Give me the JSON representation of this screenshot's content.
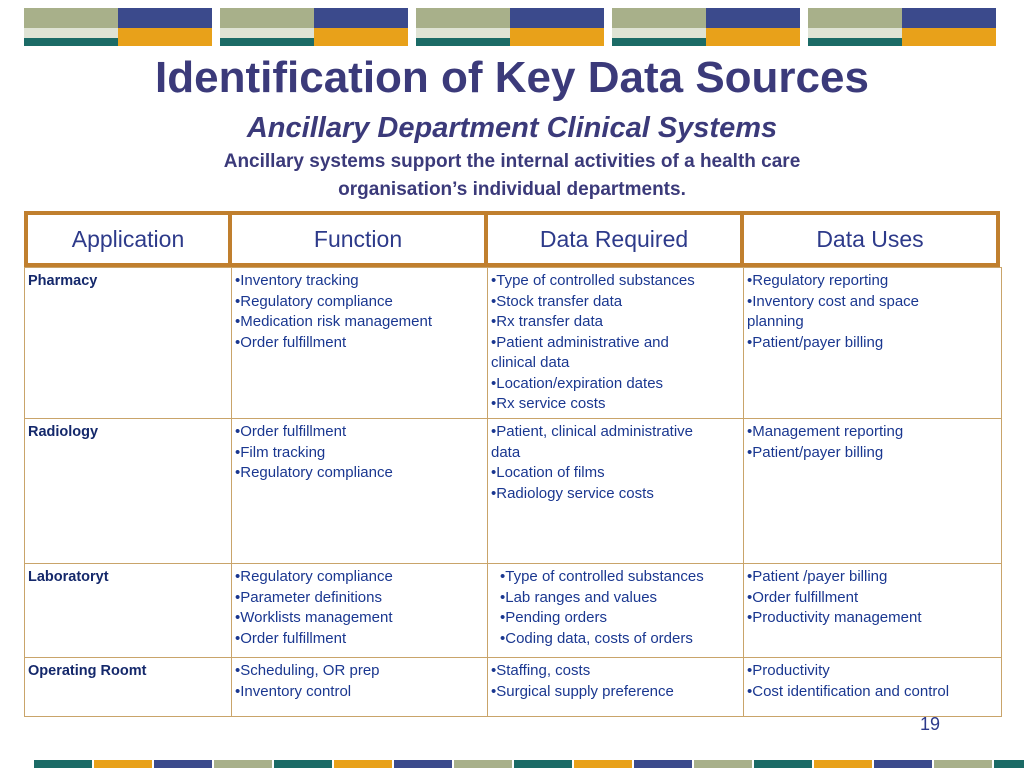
{
  "slide": {
    "title": "Identification of Key Data Sources",
    "subtitle": "Ancillary Department Clinical Systems",
    "description": "Ancillary systems support the internal activities of a health care organisation’s individual departments.",
    "page_number": "19"
  },
  "colors": {
    "title": "#3b3a7a",
    "header_border": "#c07f2e",
    "cell_text": "#1a3790",
    "banner_navy": "#3b4a8c",
    "banner_teal": "#1b6b66",
    "banner_gold": "#e8a11a",
    "banner_sage": "#a8b08a",
    "banner_light": "#dfe3d4"
  },
  "table": {
    "headers": [
      "Application",
      "Function",
      "Data Required",
      "Data Uses"
    ],
    "rows": [
      {
        "application": "Pharmacy",
        "function": [
          "•Inventory tracking",
          "•Regulatory compliance",
          "•Medication risk management",
          "•Order fulfillment"
        ],
        "data_required": [
          "•Type of controlled substances",
          "•Stock transfer data",
          "•Rx transfer data",
          "•Patient administrative and",
          "clinical data",
          "•Location/expiration dates",
          "•Rx service costs"
        ],
        "data_uses": [
          "•Regulatory reporting",
          "•Inventory cost and space",
          "planning",
          "•Patient/payer billing"
        ]
      },
      {
        "application": "Radiology",
        "function": [
          "•Order fulfillment",
          "•Film tracking",
          "•Regulatory compliance"
        ],
        "data_required": [
          "•Patient, clinical administrative",
          "data",
          "•Location of films",
          "•Radiology service costs"
        ],
        "data_uses": [
          "•Management reporting",
          "•Patient/payer billing"
        ]
      },
      {
        "application": "Laboratoryt",
        "function": [
          "•Regulatory compliance",
          "•Parameter definitions",
          "•Worklists management",
          "•Order fulfillment"
        ],
        "data_required": [
          "•Type of controlled substances",
          "•Lab ranges and values",
          "•Pending orders",
          "•Coding data, costs of orders"
        ],
        "data_uses": [
          "•Patient /payer billing",
          "•Order fulfillment",
          "•Productivity management"
        ]
      },
      {
        "application": "Operating Roomt",
        "function": [
          "•Scheduling, OR prep",
          "•Inventory control"
        ],
        "data_required": [
          "•Staffing, costs",
          "•Surgical supply preference"
        ],
        "data_uses": [
          "•Productivity",
          "•Cost identification and control"
        ]
      }
    ]
  }
}
